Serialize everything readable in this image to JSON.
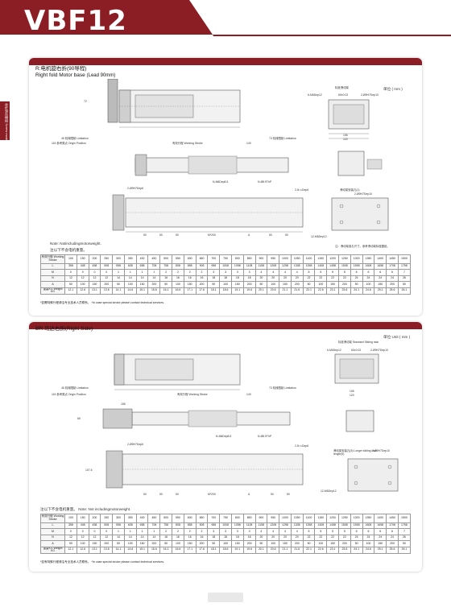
{
  "header": {
    "title": "VBF12",
    "color": "#8b1d24"
  },
  "sidetab": {
    "text": "丝杆滑台模组 Screw module series"
  },
  "section1": {
    "title": "R:电机旋右折(90导程)",
    "subtitle_bold": "Right fold Motor base",
    "subtitle_small": "(Lead 90mm)",
    "labels": {
      "unit": "单位 ( mm )",
      "std_rack": "标准滑动架",
      "m_hole": "6-M6Dep12",
      "dim_60": "60±0.02",
      "pin": "2-Ø9H7Dep10",
      "dim_106": "106",
      "dim_120": "120",
      "dim_72": "72",
      "limit_left": "45 机械限制 Limitation",
      "origin": "115 参考原点 Origin Position",
      "stroke": "有效行程 Working Stroke",
      "dim_143": "143",
      "limit_right": "73 机械限制 Limitation",
      "nut1": "N-M6Dep8.5",
      "nut2": "N-Ø8.9ThP",
      "pin2": "2-Ø9H7Dep6",
      "slot": "2-5□□Dep6",
      "slider_dir": "滑动架安装孔(1)",
      "pin3": "2-Ø9H7Dep10",
      "mhole2": "12-M6Dep12",
      "dims": [
        "50",
        "50",
        "50",
        "M*200",
        "A",
        "50",
        "50"
      ],
      "note": "注：滑动架各孔尺寸，参考滑动架标准图纸。"
    },
    "note_en": "Note: Notincludingmotorweight.",
    "note_cn": "注以下不含电机重量。",
    "footnote_cn": "*如需特殊行程请洽专业技术人员联系。",
    "footnote_en": "*In case special stroke please contact technical services."
  },
  "section2": {
    "title": "BR:马达右折(Right Side)",
    "labels": {
      "unit": "单位 Unit ( mm )",
      "std_rack": "标准滑动架 Standard Sliding rack",
      "m_hole": "6-M6Dep12",
      "dim_60": "60±0.02",
      "pin": "2-Ø9H7Dep10",
      "dim_105": "105",
      "dim_120": "120",
      "dim_155": "155",
      "dim_65": "65",
      "limit_left": "45 机械限制 Limitation",
      "origin": "115 参考原点 Origin Position",
      "stroke": "有效行程 Working Stroke",
      "dim_143": "143",
      "limit_right": "73 机械限制 Limitation",
      "nut1": "N-M6Dep8.5",
      "nut2": "N-Ø8.9ThP",
      "pin2": "2-Ø9H7Dep6",
      "slot": "2-5□□Dep6",
      "slider_dir": "滑动架安装孔(5) Longer sliding rack length(5)",
      "pin3": "2-Ø9H7Dep10",
      "mhole2": "12-M6Dep12",
      "dim_1075": "107.5",
      "dims": [
        "50",
        "50",
        "50",
        "M*200",
        "A",
        "50",
        "50"
      ]
    },
    "note": "注以下不含电机重量。  Note: Not includingmotorweight.",
    "footnote_cn": "*如有特殊行程请洽专业技术人员联系。",
    "footnote_en": "*In case special stroke please contact technical services."
  },
  "spec_table": {
    "row_labels": [
      "有效行程 Working Stroke",
      "L",
      "M",
      "N",
      "A",
      "重量KG Weight KG"
    ],
    "stroke": [
      "100",
      "150",
      "200",
      "250",
      "300",
      "350",
      "400",
      "450",
      "500",
      "550",
      "600",
      "650",
      "700",
      "750",
      "800",
      "850",
      "900",
      "950",
      "1000",
      "1050",
      "1100",
      "1150",
      "1200",
      "1250",
      "1300",
      "1350",
      "1400",
      "1450",
      "1500"
    ],
    "L": [
      "358",
      "408",
      "458",
      "508",
      "558",
      "608",
      "658",
      "708",
      "758",
      "808",
      "858",
      "908",
      "958",
      "1008",
      "1058",
      "1108",
      "1158",
      "1208",
      "1258",
      "1308",
      "1358",
      "1408",
      "1458",
      "1508",
      "1558",
      "1608",
      "1658",
      "1708",
      "1758"
    ],
    "M": [
      "0",
      "0",
      "0",
      "0",
      "1",
      "1",
      "1",
      "1",
      "2",
      "2",
      "2",
      "2",
      "3",
      "3",
      "3",
      "3",
      "4",
      "4",
      "4",
      "4",
      "5",
      "5",
      "5",
      "5",
      "6",
      "6",
      "6",
      "6",
      "7"
    ],
    "N": [
      "12",
      "12",
      "12",
      "12",
      "14",
      "14",
      "14",
      "14",
      "16",
      "16",
      "16",
      "16",
      "18",
      "18",
      "18",
      "18",
      "20",
      "20",
      "20",
      "20",
      "22",
      "22",
      "22",
      "22",
      "24",
      "24",
      "24",
      "24",
      "26"
    ],
    "A": [
      "50",
      "100",
      "150",
      "200",
      "50",
      "100",
      "150",
      "200",
      "50",
      "100",
      "150",
      "200",
      "50",
      "100",
      "150",
      "200",
      "50",
      "100",
      "150",
      "200",
      "50",
      "100",
      "150",
      "200",
      "50",
      "100",
      "150",
      "200",
      "50"
    ],
    "W": [
      "12.1",
      "12.6",
      "13.1",
      "13.6",
      "14.1",
      "14.6",
      "15.1",
      "15.6",
      "16.1",
      "16.6",
      "17.1",
      "17.6",
      "18.1",
      "18.6",
      "19.1",
      "19.6",
      "20.1",
      "20.6",
      "21.1",
      "21.6",
      "22.1",
      "22.6",
      "23.1",
      "23.6",
      "24.1",
      "24.6",
      "25.1",
      "25.6",
      "26.1"
    ]
  }
}
